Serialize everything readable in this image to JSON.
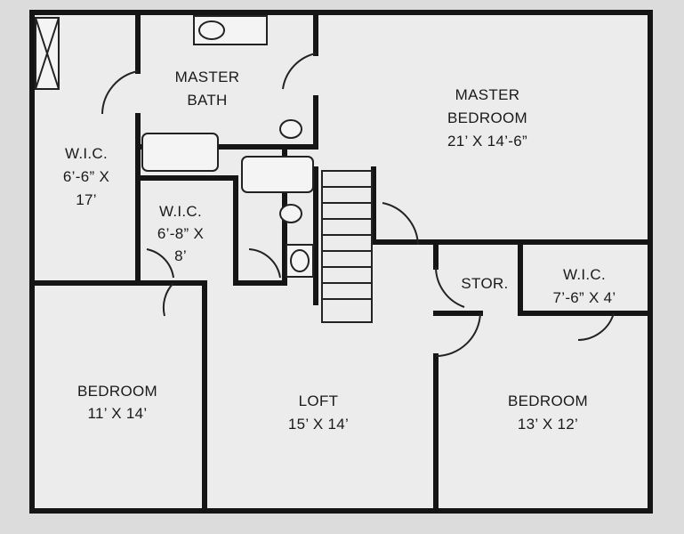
{
  "rooms": {
    "master_bath": {
      "name_line1": "MASTER",
      "name_line2": "BATH"
    },
    "master_bedroom": {
      "name_line1": "MASTER",
      "name_line2": "BEDROOM",
      "size": "21’ X 14’-6”"
    },
    "wic_left": {
      "name": "W.I.C.",
      "size_line1": "6’-6” X",
      "size_line2": "17’"
    },
    "wic_mid": {
      "name": "W.I.C.",
      "size_line1": "6’-8” X",
      "size_line2": "8’"
    },
    "storage": {
      "name": "STOR."
    },
    "wic_right": {
      "name": "W.I.C.",
      "size": "7’-6” X 4’"
    },
    "bedroom_left": {
      "name": "BEDROOM",
      "size": "11’ X 14’"
    },
    "loft": {
      "name": "LOFT",
      "size": "15’ X 14’"
    },
    "bedroom_right": {
      "name": "BEDROOM",
      "size": "13’ X 12’"
    }
  },
  "colors": {
    "background": "#dcdcdc",
    "floor": "#ececec",
    "wall": "#151515"
  }
}
